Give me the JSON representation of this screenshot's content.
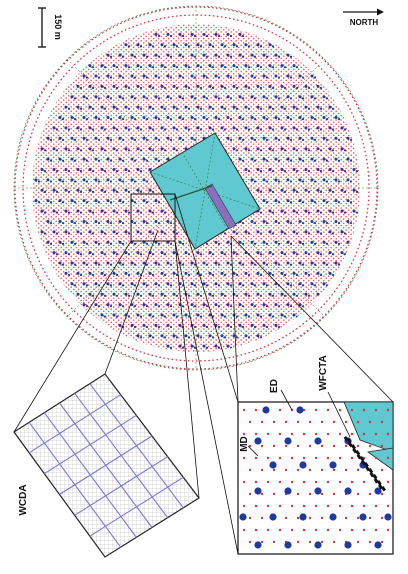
{
  "scale_bar": {
    "label": "150 m"
  },
  "north_arrow": {
    "label": "NORTH"
  },
  "labels": {
    "wcda": "WCDA",
    "ed": "ED",
    "md": "MD",
    "wfcta": "WFCTA"
  },
  "colors": {
    "ed": "#d9343a",
    "md": "#1f3a9e",
    "wcda_pool": "#5fc8d1",
    "grid_lines": "#7a7acb",
    "wcda_fine_grid": "#9a9a9a",
    "dashed_outline": "#2a7a2a"
  }
}
